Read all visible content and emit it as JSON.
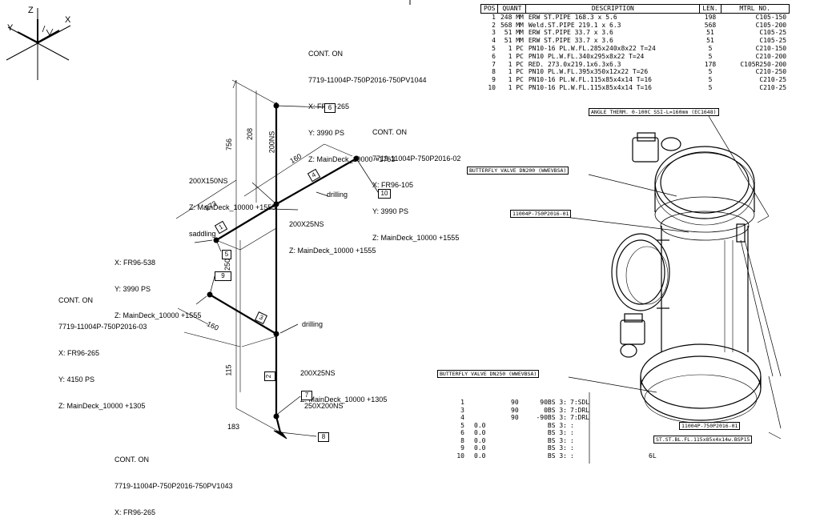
{
  "axes": {
    "x": "X",
    "y": "Y",
    "z": "Z"
  },
  "annotations": {
    "cont_top": {
      "line1": "CONT. ON",
      "line2": "7719-11004P-750P2016-750PV1044",
      "x": "X: FR96-265",
      "y": "Y: 3990 PS",
      "z": "Z: MainDeck_10000 +1763"
    },
    "cont_right": {
      "line1": "CONT. ON",
      "line2": "7719-11004P-750P2016-02",
      "x": "X: FR96-105",
      "y": "Y: 3990 PS",
      "z": "Z: MainDeck_10000 +1555"
    },
    "tee_upper_left": {
      "line1": "200X150NS",
      "line2": "Z: MainDeck_10000 +1555",
      "line3": "saddling"
    },
    "tee_upper": {
      "line1": "200X25NS",
      "line2": "Z: MainDeck_10000 +1555"
    },
    "end_left": {
      "x": "X: FR96-538",
      "y": "Y: 3990 PS",
      "z": "Z: MainDeck_10000 +1555"
    },
    "cont_mid_left": {
      "line1": "CONT. ON",
      "line2": "7719-11004P-750P2016-03",
      "x": "X: FR96-265",
      "y": "Y: 4150 PS",
      "z": "Z: MainDeck_10000 +1305"
    },
    "tee_lower": {
      "line1": "200X25NS",
      "line2": "Z: MainDeck_10000 +1305"
    },
    "reducer": "250X200NS",
    "cont_bottom": {
      "line1": "CONT. ON",
      "line2": "7719-11004P-750P2016-750PV1043",
      "x": "X: FR96-265"
    },
    "drilling_upper": "drilling",
    "drilling_lower": "drilling"
  },
  "dimensions": {
    "d756": "756",
    "d208": "208",
    "d200ns": "200NS",
    "d160_top": "160",
    "d273": "273",
    "d250": "250",
    "d160_low": "160",
    "d115": "115",
    "d183": "183"
  },
  "callouts": {
    "c1": "1",
    "c2": "2",
    "c3": "3",
    "c4": "4",
    "c5": "5",
    "c6": "6",
    "c7": "7",
    "c8": "8",
    "c9": "9",
    "c10": "10"
  },
  "bom": {
    "headers": [
      "POS",
      "QUANT",
      "DESCRIPTION",
      "LEN.",
      "MTRL NO."
    ],
    "rows": [
      [
        "1",
        "248 MM",
        "ERW ST.PIPE 168.3 x 5.6",
        "198",
        "C105-150"
      ],
      [
        "2",
        "568 MM",
        "Weld.ST.PIPE 219.1 x 6.3",
        "568",
        "C105-200"
      ],
      [
        "3",
        "51 MM",
        "ERW ST.PIPE 33.7 x 3.6",
        "51",
        "C105-25"
      ],
      [
        "4",
        "51 MM",
        "ERW ST.PIPE 33.7 x 3.6",
        "51",
        "C105-25"
      ],
      [
        "5",
        "1 PC",
        "PN10-16 PL.W.FL.285x240x8x22 T=24",
        "5",
        "C210-150"
      ],
      [
        "6",
        "1 PC",
        "PN10 PL.W.FL.340x295x8x22 T=24",
        "5",
        "C210-200"
      ],
      [
        "7",
        "1 PC",
        "RED. 273.0x219.1x6.3x6.3",
        "178",
        "C105R250-200"
      ],
      [
        "8",
        "1 PC",
        "PN10 PL.W.FL.395x350x12x22 T=26",
        "5",
        "C210-250"
      ],
      [
        "9",
        "1 PC",
        "PN10-16 PL.W.FL.115x85x4x14 T=16",
        "5",
        "C210-25"
      ],
      [
        "10",
        "1 PC",
        "PN10-16 PL.W.FL.115x85x4x14 T=16",
        "5",
        "C210-25"
      ]
    ]
  },
  "labels": {
    "angle_therm": "ANGLE THERM. 0-100C SSI-L=160mm (EC1648)",
    "bfv_dn200": "BUTTERFLY VALVE DN200 (WWEVBSA)",
    "spool_top": "11004P-750P2016-01",
    "bfv_dn250": "BUTTERFLY VALVE DN250 (WWEVBSA)",
    "spool_bottom": "11004P-750P2016-01",
    "st_fl": "ST.ST.BL.FL.115x85x4x14w.BSP15"
  },
  "bend_table": {
    "rows": [
      [
        "1",
        "",
        "90",
        "90BS 3:",
        "7:SDL"
      ],
      [
        "3",
        "",
        "90",
        "0BS 3:",
        "7:DRL"
      ],
      [
        "4",
        "",
        "90",
        "-90BS 3:",
        "7:DRL"
      ],
      [
        "5",
        "0.0",
        "",
        "BS 3:",
        ":"
      ],
      [
        "6",
        "0.0",
        "",
        "BS 3:",
        ":"
      ],
      [
        "8",
        "0.0",
        "",
        "BS 3:",
        ":"
      ],
      [
        "9",
        "0.0",
        "",
        "BS 3:",
        ":"
      ],
      [
        "10",
        "0.0",
        "",
        "BS 3:",
        ":"
      ]
    ],
    "footer": "6L"
  }
}
